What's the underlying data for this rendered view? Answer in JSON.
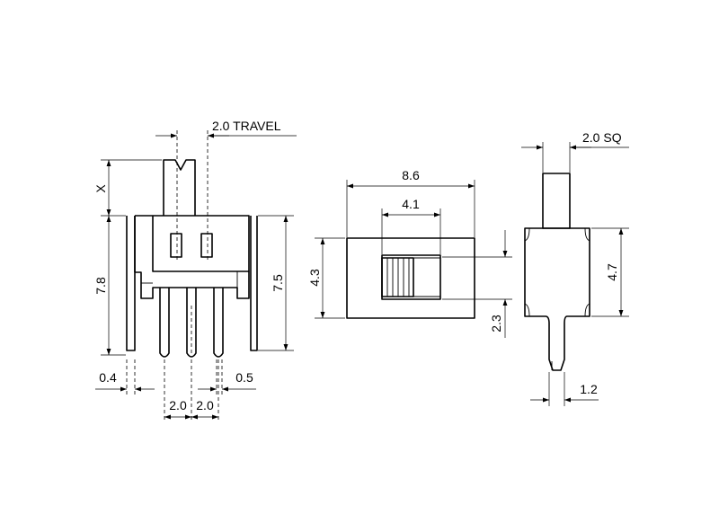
{
  "labels": {
    "travel": "2.0 TRAVEL",
    "x": "X",
    "height_left": "7.8",
    "height_right": "7.5",
    "pin_thick": "0.4",
    "pin_pitch_1": "2.0",
    "pin_pitch_2": "2.0",
    "leg_width": "0.5",
    "body_length": "8.6",
    "slot_length": "4.1",
    "body_height": "4.3",
    "offset": "2.3",
    "actuator_sq": "2.0 SQ",
    "side_height": "4.7",
    "side_pin_width": "1.2"
  },
  "colors": {
    "line": "#000000",
    "background": "#ffffff"
  }
}
